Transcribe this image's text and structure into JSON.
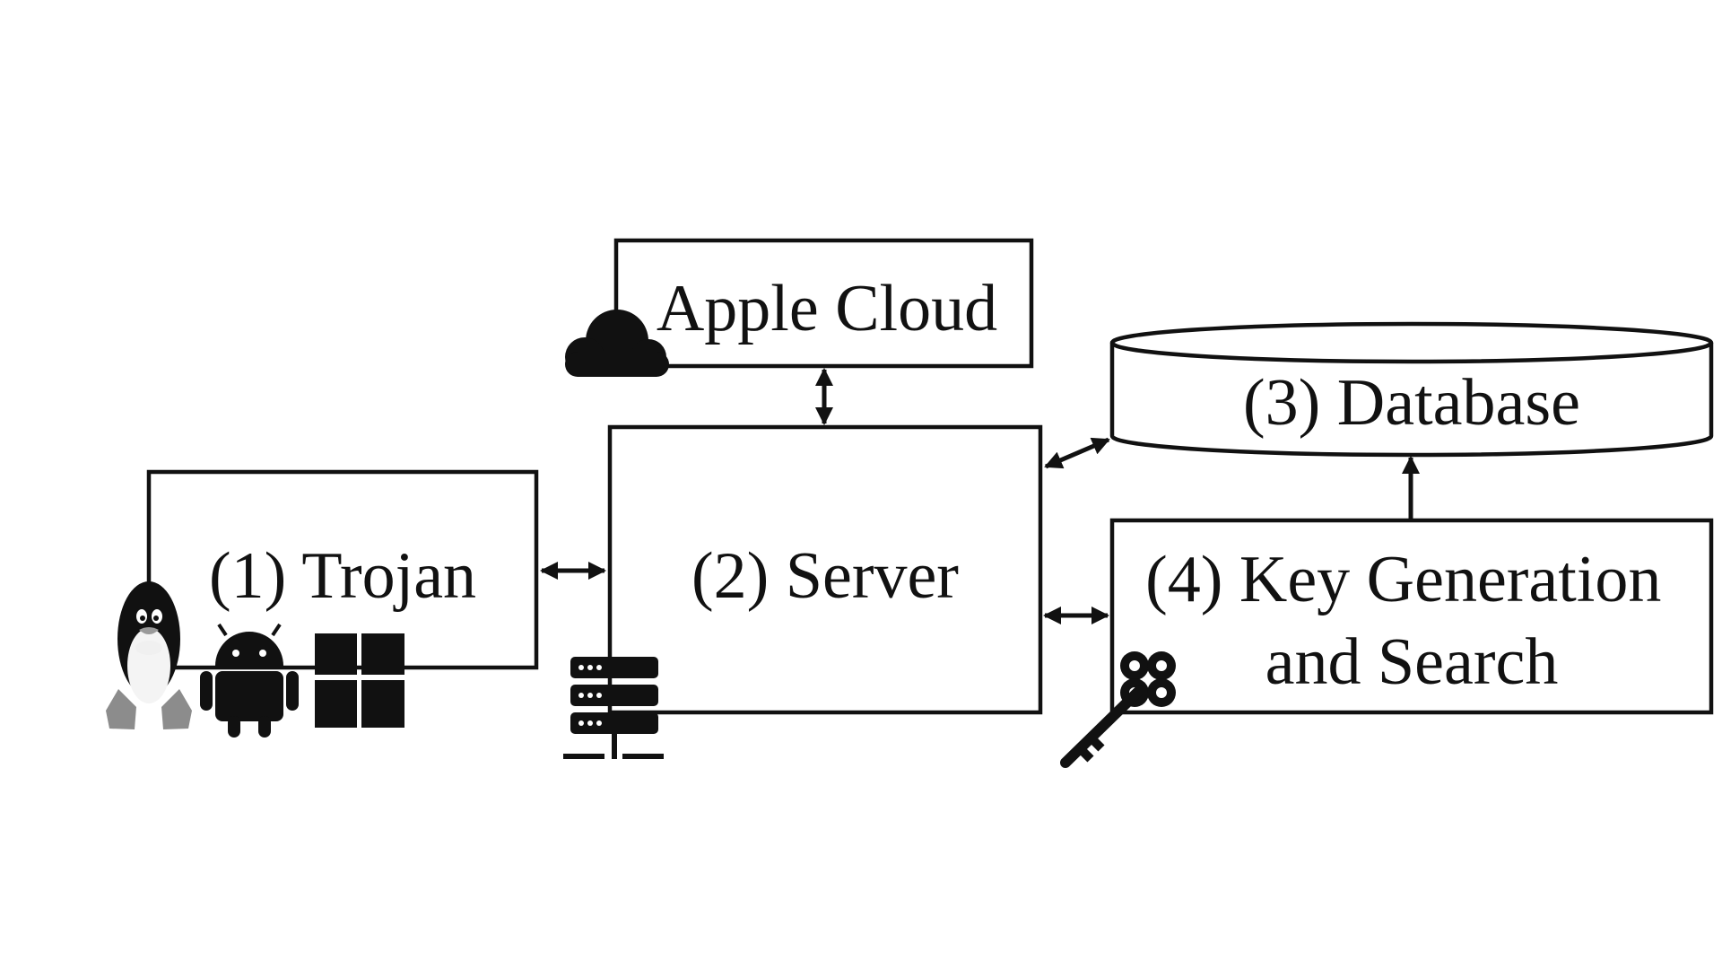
{
  "diagram": {
    "nodes": {
      "trojan": {
        "label": "(1) Trojan"
      },
      "server": {
        "label": "(2) Server"
      },
      "apple_cloud": {
        "label": "Apple Cloud"
      },
      "database": {
        "label": "(3) Database"
      },
      "keygen": {
        "label_line1": "(4) Key Generation",
        "label_line2": "and Search"
      }
    },
    "edges": [
      {
        "from": "trojan",
        "to": "server",
        "direction": "bidirectional"
      },
      {
        "from": "apple_cloud",
        "to": "server",
        "direction": "bidirectional"
      },
      {
        "from": "server",
        "to": "database",
        "direction": "bidirectional"
      },
      {
        "from": "server",
        "to": "keygen",
        "direction": "bidirectional"
      },
      {
        "from": "keygen",
        "to": "database",
        "direction": "one-way"
      }
    ],
    "icons": {
      "cloud": "cloud-icon",
      "linux": "linux-penguin-icon",
      "android": "android-icon",
      "windows": "windows-icon",
      "server": "server-rack-icon",
      "key": "key-icon"
    }
  }
}
